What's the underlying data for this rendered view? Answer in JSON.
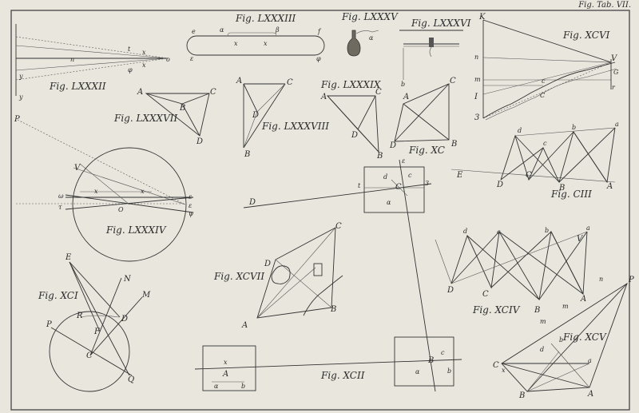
{
  "header": "Fig. Tab. VII.",
  "figures": {
    "lxxxii": {
      "caption": "Fig. LXXXII",
      "labels": [
        "t",
        "x",
        "o",
        "n",
        "x",
        "y",
        "φ",
        "y"
      ]
    },
    "lxxxiii": {
      "caption": "Fig. LXXXIII",
      "labels": [
        "e",
        "α",
        "β",
        "f",
        "x",
        "x",
        "ε",
        "φ"
      ]
    },
    "lxxxv": {
      "caption": "Fig. LXXXV",
      "labels": [
        "α"
      ]
    },
    "lxxxvi": {
      "caption": "Fig. LXXXVI",
      "labels": [
        "b"
      ]
    },
    "xcvi": {
      "caption": "Fig. XCVI",
      "labels": [
        "K",
        "n",
        "V",
        "G",
        "m",
        "c",
        "I",
        "C",
        "3",
        "r"
      ]
    },
    "lxxxvii": {
      "caption": "Fig. LXXXVII",
      "labels": [
        "A",
        "B",
        "C",
        "D"
      ]
    },
    "lxxxviii": {
      "caption": "Fig. LXXXVIII",
      "labels": [
        "A",
        "C",
        "D",
        "B"
      ]
    },
    "lxxxix": {
      "caption": "Fig. LXXXIX",
      "labels": [
        "A",
        "C",
        "D",
        "B"
      ]
    },
    "xc": {
      "caption": "Fig. XC",
      "labels": [
        "A",
        "C",
        "D",
        "B"
      ]
    },
    "ciii": {
      "caption": "Fig. CIII",
      "labels": [
        "d",
        "c",
        "b",
        "a",
        "E",
        "D",
        "C",
        "B",
        "A"
      ]
    },
    "lxxxiv": {
      "caption": "Fig. LXXXIV",
      "labels": [
        "P",
        "V",
        "x",
        "x",
        "ω",
        "τ",
        "O",
        "ε",
        "ε",
        "ψ"
      ]
    },
    "center": {
      "labels": [
        "D",
        "d",
        "c",
        "C",
        "α",
        "ε",
        "t",
        "3"
      ]
    },
    "xcvii": {
      "caption": "Fig. XCVII",
      "labels": [
        "C",
        "D",
        "A",
        "B"
      ]
    },
    "xciv": {
      "caption": "Fig. XCIV",
      "labels": [
        "d",
        "c",
        "b",
        "a",
        "V",
        "D",
        "C",
        "B",
        "A",
        "m",
        "m",
        "n"
      ]
    },
    "xci": {
      "caption": "Fig. XCI",
      "labels": [
        "E",
        "N",
        "M",
        "R",
        "D",
        "F",
        "P",
        "C",
        "Q"
      ]
    },
    "xcii": {
      "caption": "Fig. XCII",
      "labels": [
        "x",
        "A",
        "α",
        "b",
        "B",
        "c",
        "α",
        "b"
      ]
    },
    "xcv": {
      "caption": "Fig. XCV",
      "labels": [
        "P",
        "C",
        "x",
        "a",
        "B",
        "A",
        "d",
        "b"
      ]
    }
  }
}
